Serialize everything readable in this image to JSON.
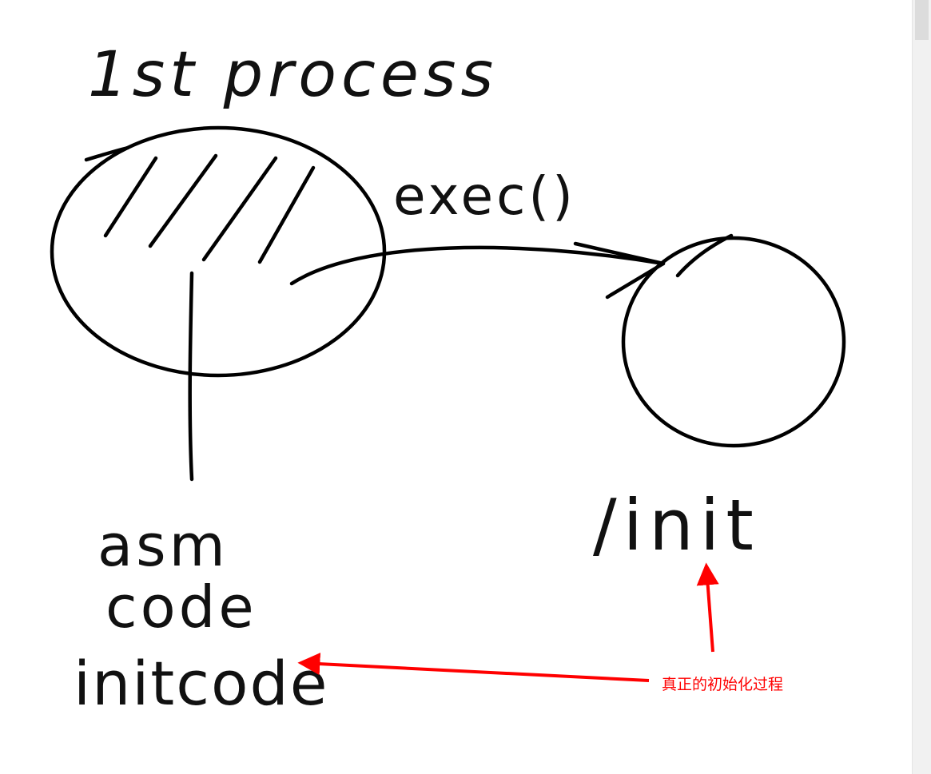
{
  "diagram": {
    "title": "1st process",
    "call_label": "exec()",
    "target_label": "/init",
    "left_caption": [
      "asm",
      "code",
      "initcode"
    ],
    "annotation_text": "真正的初始化过程",
    "colors": {
      "ink": "#000000",
      "annotation": "#ff0000",
      "background": "#ffffff",
      "scrollbar": "#f1f1f1"
    }
  }
}
